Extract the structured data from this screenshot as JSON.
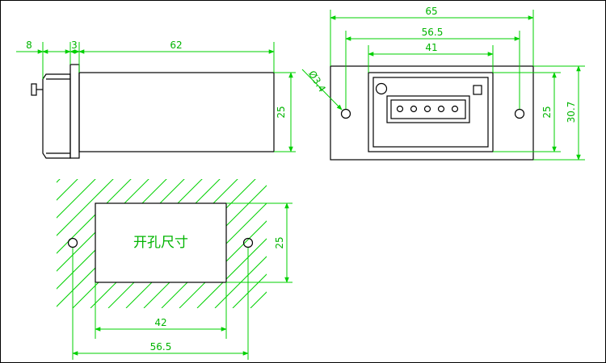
{
  "side_view": {
    "dim_8": "8",
    "dim_3": "3",
    "dim_62": "62",
    "dim_25": "25"
  },
  "front_view": {
    "dim_65": "65",
    "dim_56_5": "56.5",
    "dim_41": "41",
    "dim_hole": "Ø3.4",
    "dim_25": "25",
    "dim_30_7": "30.7",
    "counter_digits": 5
  },
  "cutout_view": {
    "label": "开孔尺寸",
    "dim_25": "25",
    "dim_42": "42",
    "dim_56_5": "56.5"
  },
  "colors": {
    "dimension": "#00d000",
    "outline": "#000000",
    "background": "#ffffff"
  }
}
